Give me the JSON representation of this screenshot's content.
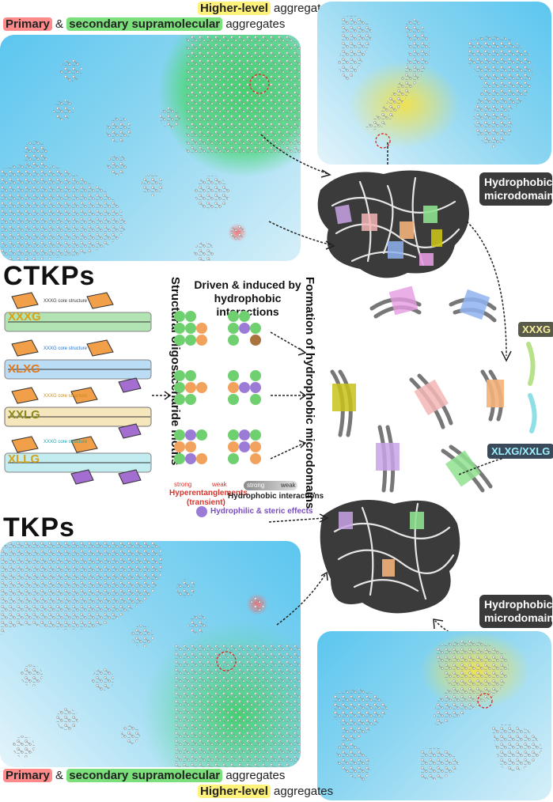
{
  "captions": {
    "top_primary": "Primary",
    "top_amp": "&",
    "top_secondary": "secondary supramolecular",
    "top_aggregates": "aggregates",
    "top_higher": "Higher-level",
    "top_higher_aggregates": "aggregates",
    "bottom_primary": "Primary",
    "bottom_amp": "&",
    "bottom_secondary": "secondary supramolecular",
    "bottom_aggregates": "aggregates",
    "bottom_higher": "Higher-level",
    "bottom_higher_aggregates": "aggregates"
  },
  "section_labels": {
    "ctkps": "CTKPs",
    "tkps": "TKPs"
  },
  "microdomain_labels": {
    "top": "Hydrophobic microdomains",
    "bottom": "Hydrophobic microdomains"
  },
  "center": {
    "vertical_title": "Structural oligosaccharide motifs",
    "driven_title": "Driven & induced by hydrophobic interactions",
    "formation_title": "Formation of hydrophobic microdomains",
    "hyperentanglements": "Hyperentanglements",
    "transient": "(transient)",
    "hydrophobic_interactions": "Hydrophobic interactions",
    "strong": "strong",
    "weak": "weak",
    "hydrophilic_effects": "Hydrophilic & steric effects"
  },
  "motifs": [
    {
      "name": "XXXG",
      "core": "XXXG core structure",
      "color": "#d7a21a"
    },
    {
      "name": "XLXG",
      "core": "XXXG core structure",
      "color": "#e07a1e"
    },
    {
      "name": "XXLG",
      "core": "XXXG core structure",
      "color": "#8a8a1e"
    },
    {
      "name": "XLLG",
      "core": "XXXG core structure",
      "color": "#d7a21a"
    }
  ],
  "side_tags": {
    "xxxg": "XXXG",
    "xlxg": "XLXG/XXLG"
  },
  "colors": {
    "dark_blob": "#3b3b3b",
    "panel_blue": "#5cc6ef",
    "green_glow": "#4fd67a",
    "yellow_glow": "#f3e24a"
  }
}
